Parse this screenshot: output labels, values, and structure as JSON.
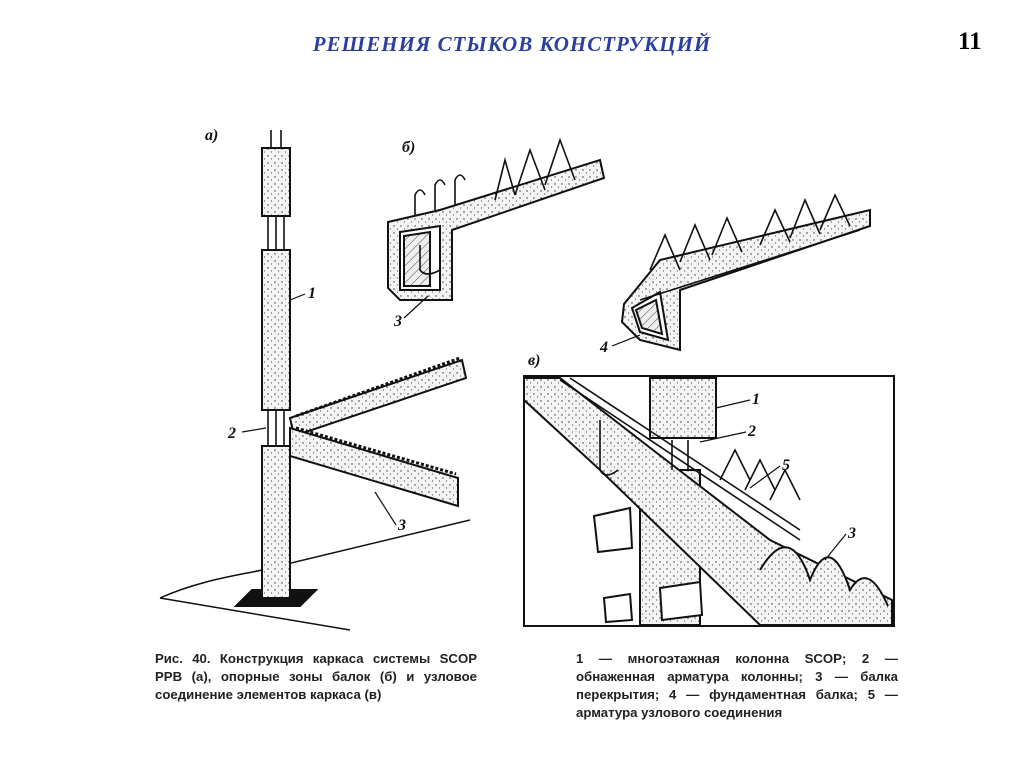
{
  "slide": {
    "title": "РЕШЕНИЯ СТЫКОВ КОНСТРУКЦИЙ",
    "page_number": "11"
  },
  "figure": {
    "panel_labels": {
      "a": "а)",
      "b": "б)",
      "v": "в)"
    },
    "callouts": {
      "a_1": "1",
      "a_2": "2",
      "a_3": "3",
      "b_3": "3",
      "b_4": "4",
      "v_1": "1",
      "v_2": "2",
      "v_5": "5",
      "v_3": "3"
    },
    "caption": "Рис. 40. Конструкция каркаса системы SCOP PPB (а), опорные зоны балок (б) и узловое соединение элементов каркаса (в)",
    "legend": "1 — многоэтажная колонна SCOP; 2 — обнаженная арматура колонны; 3 — балка перекрытия; 4 — фундаментная балка; 5 — арматура узлового соединения"
  }
}
